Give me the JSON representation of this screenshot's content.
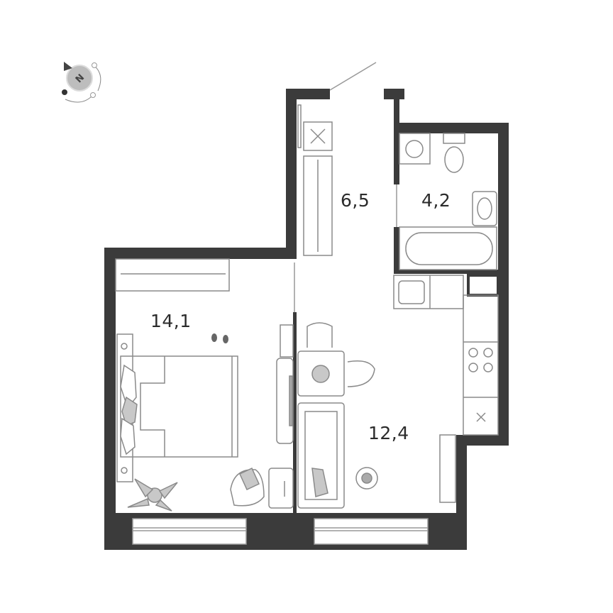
{
  "compass": {
    "label": "N",
    "icon": "compass-sun-icon"
  },
  "rooms": [
    {
      "name": "hallway",
      "area": "6,5"
    },
    {
      "name": "bathroom",
      "area": "4,2"
    },
    {
      "name": "bedroom",
      "area": "14,1"
    },
    {
      "name": "living-kitchen",
      "area": "12,4"
    }
  ],
  "colors": {
    "wall": "#3b3b3b",
    "furniture": "#8a8a8a",
    "fill": "#c8c8c8"
  }
}
